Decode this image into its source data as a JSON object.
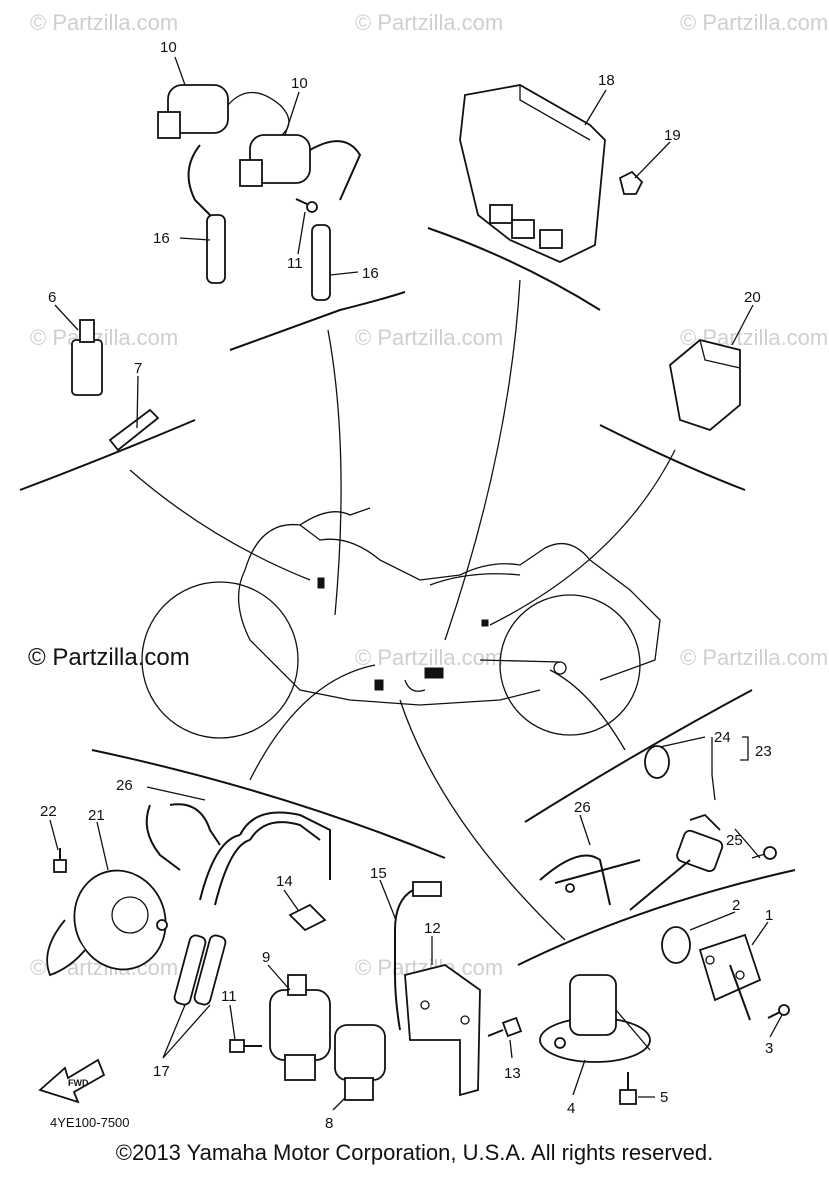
{
  "watermark": "© Partzilla.com",
  "watermark_large": "© Partzilla.com",
  "drawing_code": "4YE100-7500",
  "fwd_label": "FWD",
  "copyright": "©2013 Yamaha Motor Corporation, U.S.A. All rights reserved.",
  "callouts": {
    "c10a": "10",
    "c10b": "10",
    "c16a": "16",
    "c16b": "16",
    "c11a": "11",
    "c18": "18",
    "c19": "19",
    "c20": "20",
    "c6": "6",
    "c7": "7",
    "c24": "24",
    "c23": "23",
    "c25": "25",
    "c26a": "26",
    "c26b": "26",
    "c22": "22",
    "c21": "21",
    "c14": "14",
    "c15": "15",
    "c12": "12",
    "c9": "9",
    "c11b": "11",
    "c13": "13",
    "c8": "8",
    "c17": "17",
    "c2": "2",
    "c1": "1",
    "c3": "3",
    "c4": "4",
    "c5": "5"
  }
}
